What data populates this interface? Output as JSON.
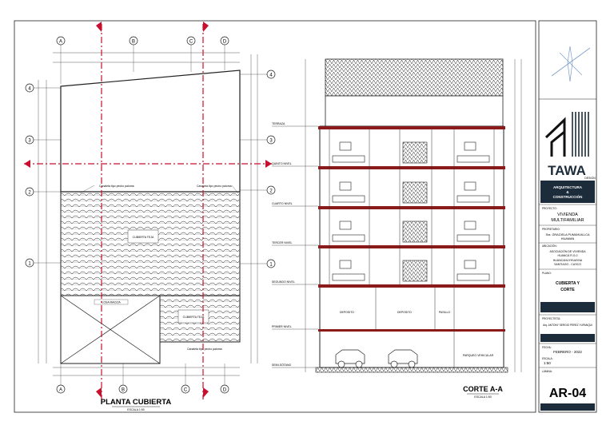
{
  "plan": {
    "grid_cols": [
      "A",
      "B",
      "C",
      "D"
    ],
    "grid_rows": [
      "4",
      "3",
      "2",
      "1"
    ],
    "labels": {
      "left": "Canaleta tipo pecho paloma",
      "right": "Canaleta tipo pecho paloma",
      "roof1": "CUBIERTA TEJA",
      "roof2": "CUBIERTA TEJA",
      "slab": "LOSA MACIZA",
      "bottom": "Canaleta tipo pecho paloma"
    },
    "title": "PLANTA CUBIERTA",
    "scale": "ESCALA 1:50"
  },
  "section": {
    "levels": [
      "TERRAZA",
      "QUINTO NIVEL",
      "CUARTO NIVEL",
      "TERCER NIVEL",
      "SEGUNDO NIVEL",
      "PRIMER NIVEL",
      "SEMI-SÓTANO"
    ],
    "ground_labels": [
      "DEPOSITO",
      "DEPOSITO",
      "PASILLO"
    ],
    "parking_label": "PARQUEO VEHICULAR",
    "title": "CORTE A-A",
    "scale": "ESCALA 1:50"
  },
  "title_block": {
    "logo_text": "TAWA",
    "logo_sub": "DESIGN",
    "firm": [
      "ARQUITECTURA",
      "&",
      "CONSTRUCCIÓN"
    ],
    "project_label": "PROYECTO:",
    "project": [
      "VIVIENDA",
      "MULTIFAMILIAR"
    ],
    "owner_label": "PROPIETARIO:",
    "owner": [
      "Sra. GRACIELA PUMAHUILLCA",
      "HUAMAN"
    ],
    "location_label": "UBICACIÓN:",
    "location": [
      "ASOCIACIÓN DE VIVIENDA",
      "HUANCÁ R.G.0",
      "HUANCAHUYHUAYNA",
      "SANTIAGO - CUSCO"
    ],
    "plane_label": "PLANO:",
    "plane": [
      "CUBIERTA Y",
      "CORTE"
    ],
    "designer_label": "PROYECTISTA:",
    "designer": "Arq. ANTONY SERGIO PEREZ YUPANQUI",
    "date_label": "FECHA:",
    "date": "FEBRERO - 2022",
    "scale_label": "ESCALA:",
    "scale": "1:50",
    "sheet_label": "LÁMINA:",
    "sheet": "AR-04"
  },
  "colors": {
    "line": "#111111",
    "axis": "#c8102e",
    "title_bg": "#1c2c3a",
    "accent_blue": "#7b9cc8"
  }
}
